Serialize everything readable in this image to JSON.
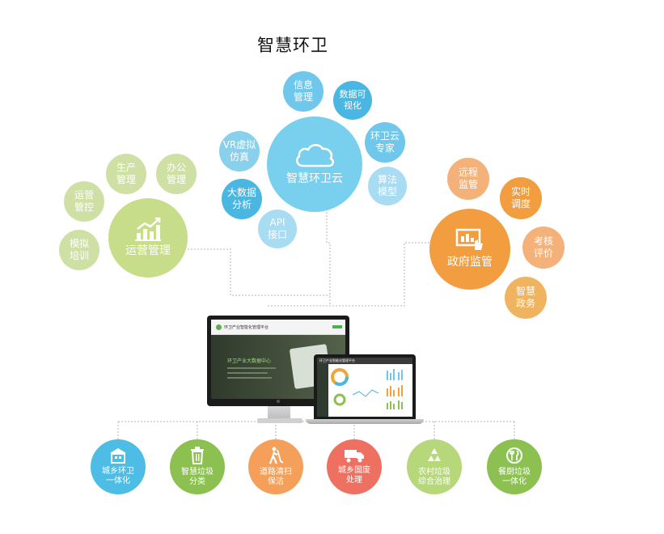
{
  "title": "智慧环卫",
  "colors": {
    "cloud_blue": "#79cfee",
    "blue_small": "#6fc8ec",
    "green_main": "#c7dd8a",
    "green_small": "#cfe0a5",
    "orange_main": "#f29d3f",
    "orange_small": "#f4b27a",
    "connector": "#b5b5b5"
  },
  "cloud_hub": {
    "label": "智慧环卫云",
    "icon": "cloud-icon",
    "satellites": [
      {
        "l1": "信息",
        "l2": "管理"
      },
      {
        "l1": "数据可",
        "l2": "视化"
      },
      {
        "l1": "环卫云",
        "l2": "专家"
      },
      {
        "l1": "算法",
        "l2": "模型"
      },
      {
        "l1": "API",
        "l2": "接口"
      },
      {
        "l1": "大数据",
        "l2": "分析"
      },
      {
        "l1": "VR虚拟",
        "l2": "仿真"
      }
    ]
  },
  "ops_hub": {
    "label": "运营管理",
    "icon": "chart-icon",
    "satellites": [
      {
        "l1": "生产",
        "l2": "管理"
      },
      {
        "l1": "办公",
        "l2": "管理"
      },
      {
        "l1": "运营",
        "l2": "管控"
      },
      {
        "l1": "模拟",
        "l2": "培训"
      }
    ]
  },
  "gov_hub": {
    "label": "政府监管",
    "icon": "monitor-hand-icon",
    "satellites": [
      {
        "l1": "远程",
        "l2": "监管"
      },
      {
        "l1": "实时",
        "l2": "调度"
      },
      {
        "l1": "考核",
        "l2": "评价"
      },
      {
        "l1": "智慧",
        "l2": "政务"
      }
    ]
  },
  "devices": {
    "monitor_header": "环卫产业智能化管理平台",
    "monitor_banner": "环卫产业大数据中心",
    "laptop_header": "环卫产业智能化管理平台"
  },
  "bottom_items": [
    {
      "l1": "城乡环卫",
      "l2": "一体化",
      "color": "#4dbde6",
      "icon": "building-icon"
    },
    {
      "l1": "智慧垃圾",
      "l2": "分类",
      "color": "#8cc152",
      "icon": "trash-bin-icon"
    },
    {
      "l1": "道路清扫",
      "l2": "保洁",
      "color": "#f5a05a",
      "icon": "sweeper-icon"
    },
    {
      "l1": "城乡固废",
      "l2": "处理",
      "color": "#ee7060",
      "icon": "truck-icon"
    },
    {
      "l1": "农村垃圾",
      "l2": "综合治理",
      "color": "#b6d77a",
      "icon": "recycle-icon"
    },
    {
      "l1": "餐厨垃圾",
      "l2": "一体化",
      "color": "#8cc152",
      "icon": "cutlery-icon"
    }
  ]
}
